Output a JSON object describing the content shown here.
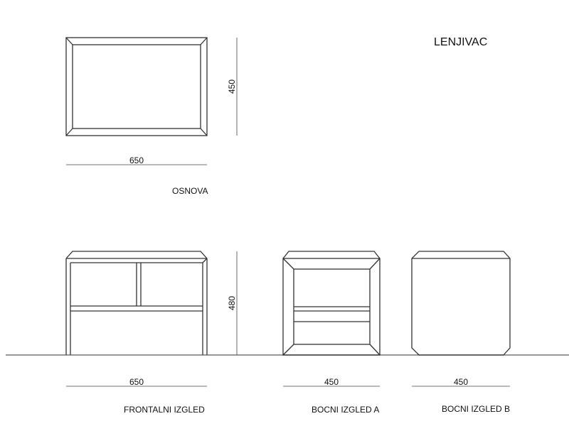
{
  "title": "LENJIVAC",
  "views": {
    "plan": {
      "label": "OSNOVA",
      "width": "650",
      "depth": "450"
    },
    "front": {
      "label": "FRONTALNI IZGLED",
      "width": "650",
      "height": "480"
    },
    "side_a": {
      "label": "BOCNI IZGLED A",
      "width": "450"
    },
    "side_b": {
      "label": "BOCNI IZGLED B",
      "width": "450"
    }
  }
}
